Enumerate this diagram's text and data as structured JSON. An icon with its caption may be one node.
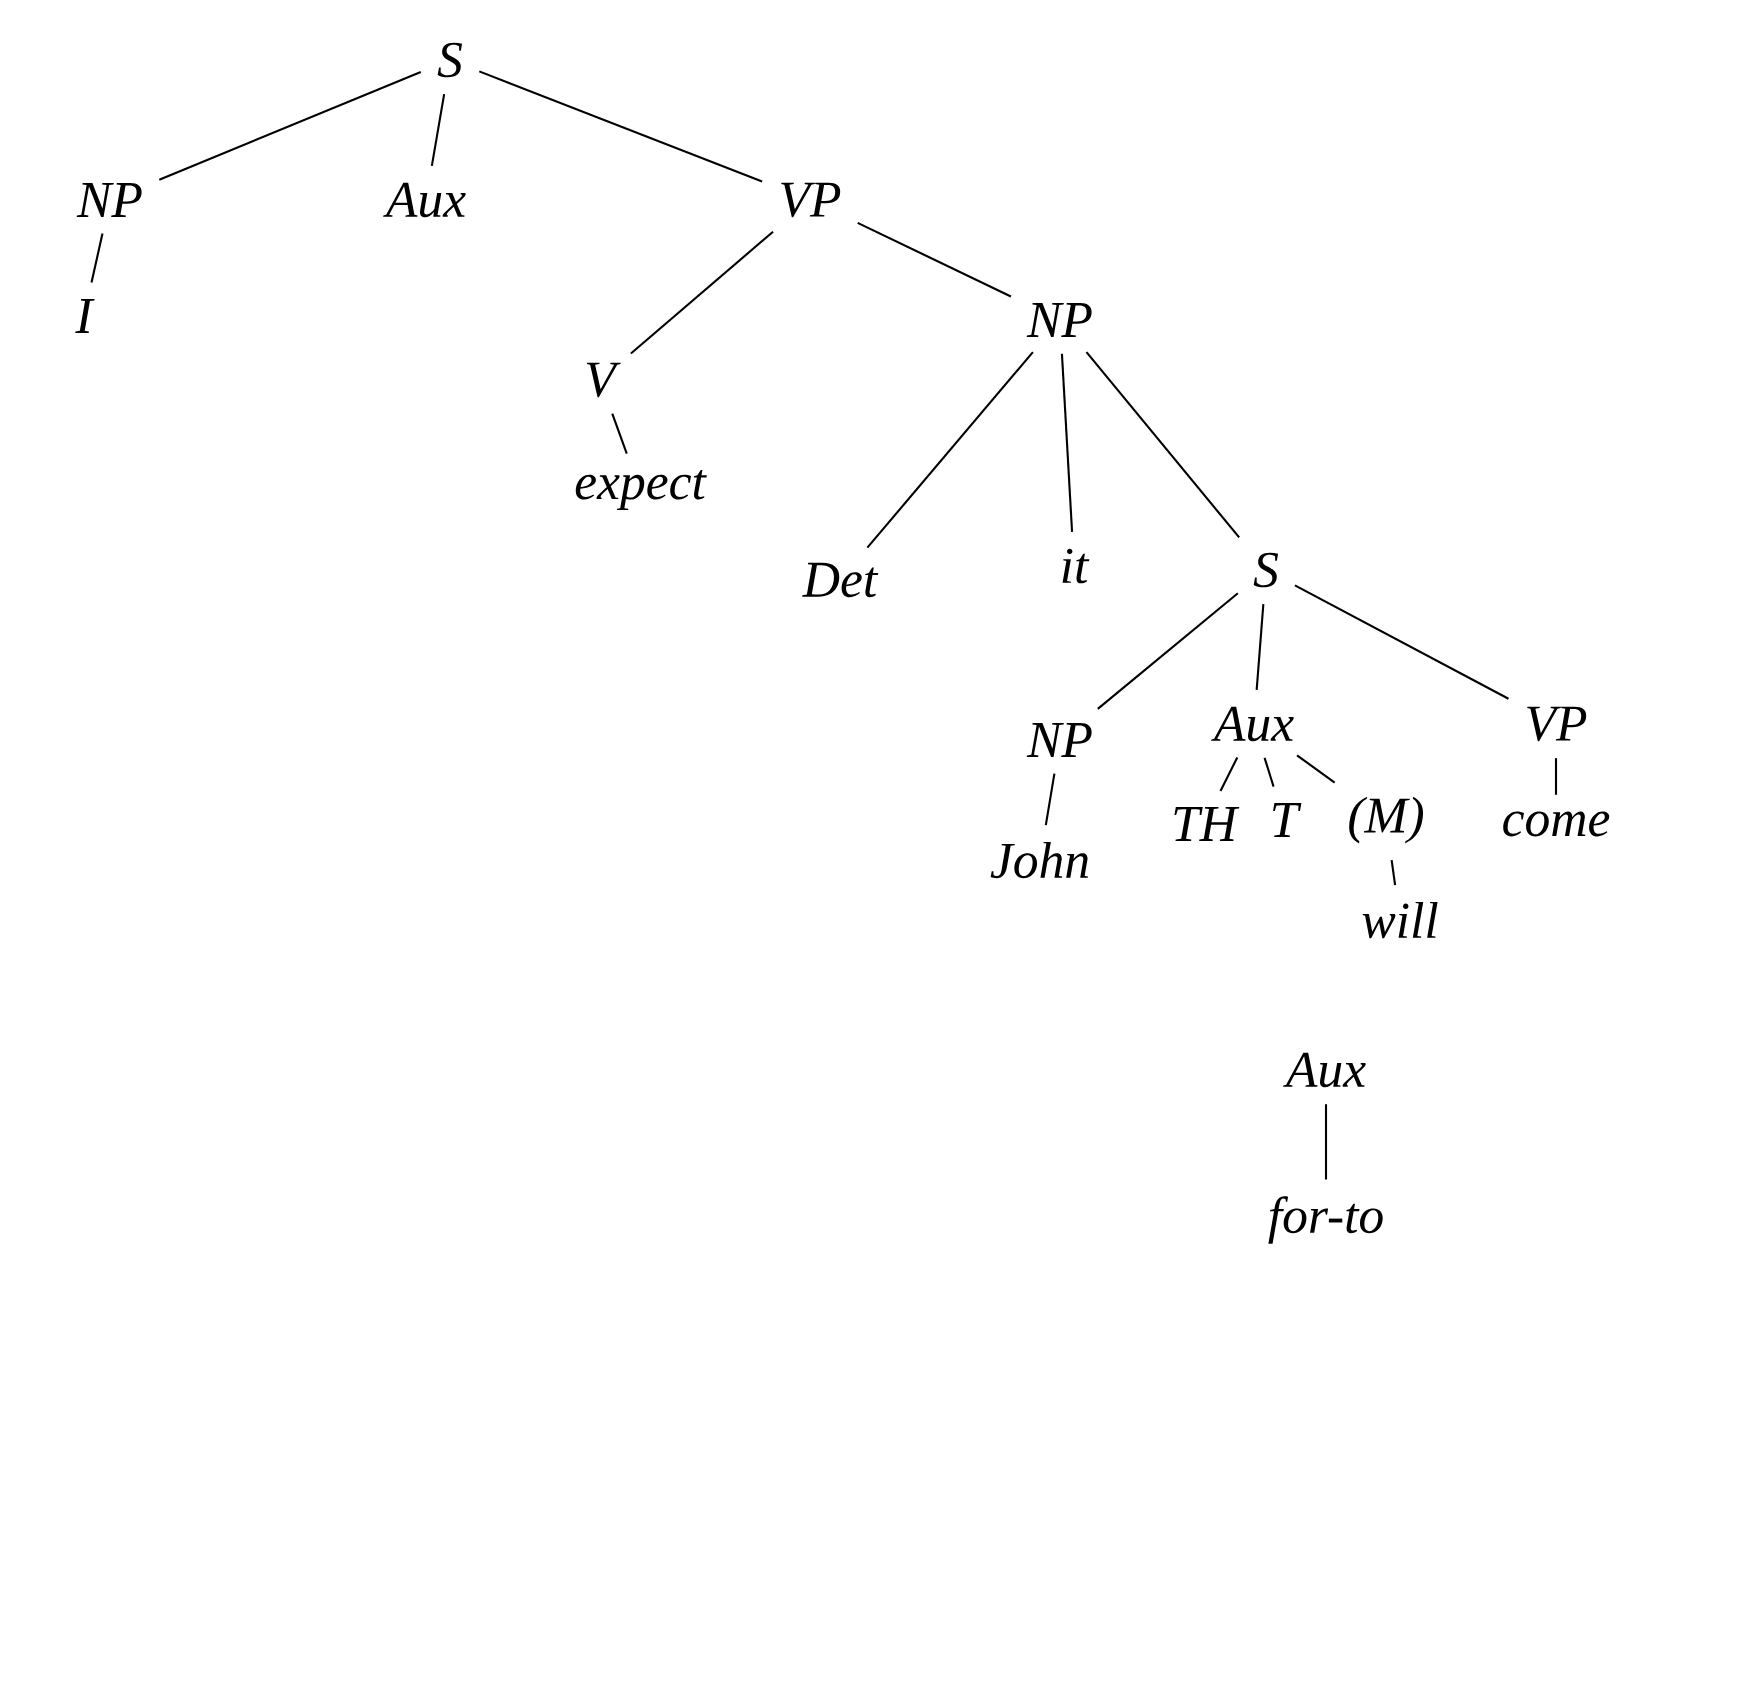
{
  "diagram": {
    "nodes": [
      {
        "text": [
          "S"
        ]
      },
      {
        "text": [
          "NP"
        ]
      },
      {
        "text": [
          "Aux"
        ]
      },
      {
        "text": [
          "VP"
        ]
      },
      {
        "text": [
          "I"
        ]
      },
      {
        "text": [
          "V"
        ]
      },
      {
        "text": [
          "NP"
        ]
      },
      {
        "text": [
          "expect"
        ]
      },
      {
        "text": [
          "Det"
        ]
      },
      {
        "text": [
          "it"
        ]
      },
      {
        "text": [
          "S"
        ]
      },
      {
        "text": [
          "NP"
        ]
      },
      {
        "text": [
          "Aux"
        ]
      },
      {
        "text": [
          "VP"
        ]
      },
      {
        "text": [
          "John"
        ]
      },
      {
        "text": [
          "TH"
        ]
      },
      {
        "text": [
          "T"
        ]
      },
      {
        "text": [
          "(M)"
        ]
      },
      {
        "text": [
          "come"
        ]
      },
      {
        "text": [
          "will"
        ]
      },
      {
        "text": [
          "Aux"
        ]
      },
      {
        "text": [
          "for-to"
        ]
      }
    ],
    "edges": [
      {
        "from": 0,
        "to": 1,
        "arrow": "none"
      },
      {
        "from": 0,
        "to": 2,
        "arrow": "none"
      },
      {
        "from": 0,
        "to": 3,
        "arrow": "none"
      },
      {
        "from": 1,
        "to": 4,
        "arrow": "none"
      },
      {
        "from": 3,
        "to": 5,
        "arrow": "none"
      },
      {
        "from": 3,
        "to": 6,
        "arrow": "none"
      },
      {
        "from": 5,
        "to": 7,
        "arrow": "none"
      },
      {
        "from": 6,
        "to": 8,
        "arrow": "none"
      },
      {
        "from": 6,
        "to": 9,
        "arrow": "none"
      },
      {
        "from": 6,
        "to": 10,
        "arrow": "none"
      },
      {
        "from": 10,
        "to": 11,
        "arrow": "none"
      },
      {
        "from": 10,
        "to": 12,
        "arrow": "none"
      },
      {
        "from": 10,
        "to": 13,
        "arrow": "none"
      },
      {
        "from": 11,
        "to": 14,
        "arrow": "none"
      },
      {
        "from": 12,
        "to": 15,
        "arrow": "none"
      },
      {
        "from": 12,
        "to": 16,
        "arrow": "none"
      },
      {
        "from": 12,
        "to": 17,
        "arrow": "none"
      },
      {
        "from": 13,
        "to": 18,
        "arrow": "none"
      },
      {
        "from": 17,
        "to": 19,
        "arrow": "none"
      },
      {
        "from": 20,
        "to": 21,
        "arrow": "none"
      }
    ]
  }
}
